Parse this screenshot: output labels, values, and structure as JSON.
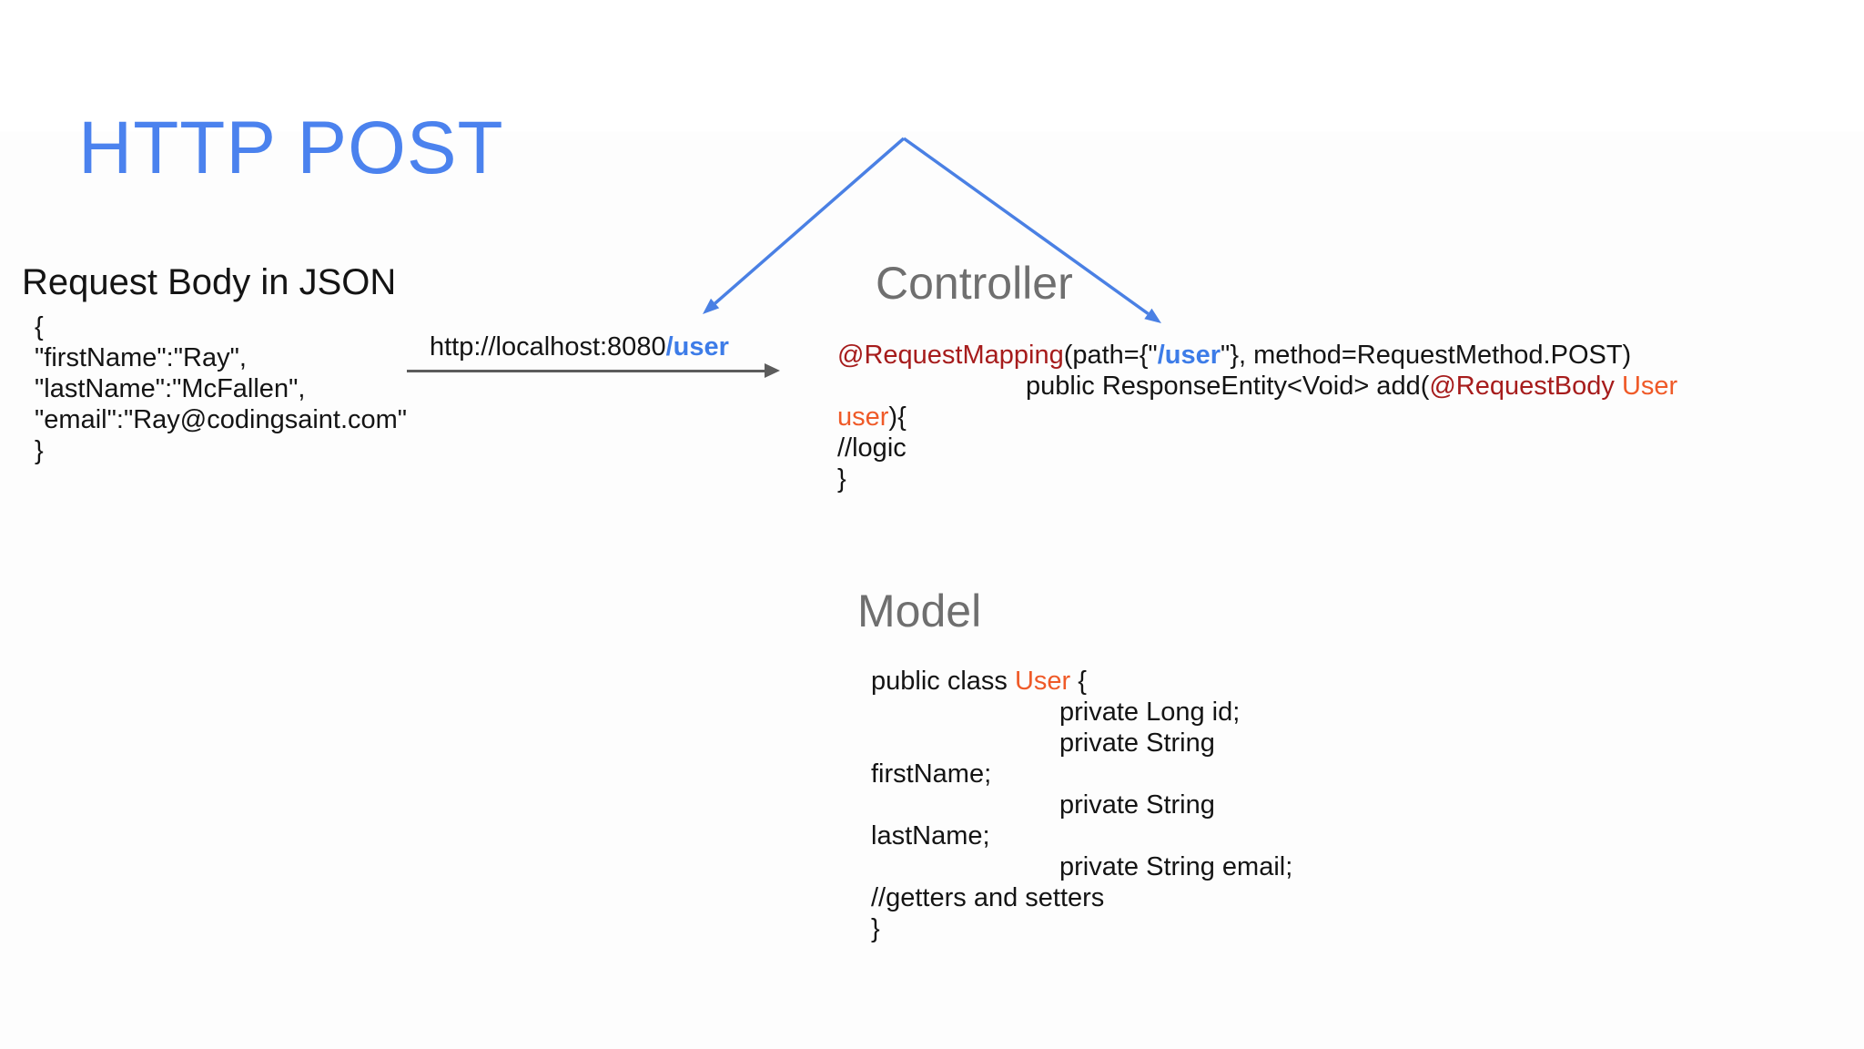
{
  "title": "HTTP POST",
  "request_panel": {
    "heading": "Request Body in JSON",
    "json_lines": [
      "{",
      "\"firstName\":\"Ray\",",
      "\"lastName\":\"McFallen\",",
      "\"email\":\"Ray@codingsaint.com\"",
      "}"
    ]
  },
  "url_label": {
    "prefix": "http://localhost:8080",
    "endpoint": "/user"
  },
  "controller_panel": {
    "heading": "Controller",
    "code_lines": [
      {
        "indent": false,
        "segments": [
          {
            "c": "darkred",
            "t": "@RequestMapping"
          },
          {
            "c": "black",
            "t": "(path={\""
          },
          {
            "c": "blue",
            "t": "/user"
          },
          {
            "c": "black",
            "t": "\"}, method=RequestMethod.POST)"
          }
        ]
      },
      {
        "indent": true,
        "segments": [
          {
            "c": "black",
            "t": "public ResponseEntity<Void> add("
          },
          {
            "c": "darkred",
            "t": "@RequestBody"
          },
          {
            "c": "orange",
            "t": " User"
          }
        ]
      },
      {
        "indent": false,
        "segments": [
          {
            "c": "orange",
            "t": "user"
          },
          {
            "c": "black",
            "t": "){"
          }
        ]
      },
      {
        "indent": false,
        "segments": [
          {
            "c": "black",
            "t": "//logic"
          }
        ]
      },
      {
        "indent": false,
        "segments": [
          {
            "c": "black",
            "t": "}"
          }
        ]
      }
    ]
  },
  "model_panel": {
    "heading": "Model",
    "code_lines": [
      {
        "indent": false,
        "segments": [
          {
            "c": "black",
            "t": "public class "
          },
          {
            "c": "orange",
            "t": "User"
          },
          {
            "c": "black",
            "t": " {"
          }
        ]
      },
      {
        "indent": true,
        "segments": [
          {
            "c": "black",
            "t": "private Long id;"
          }
        ]
      },
      {
        "indent": true,
        "segments": [
          {
            "c": "black",
            "t": "private String"
          }
        ]
      },
      {
        "indent": false,
        "segments": [
          {
            "c": "black",
            "t": "firstName;"
          }
        ]
      },
      {
        "indent": true,
        "segments": [
          {
            "c": "black",
            "t": "private String"
          }
        ]
      },
      {
        "indent": false,
        "segments": [
          {
            "c": "black",
            "t": "lastName;"
          }
        ]
      },
      {
        "indent": true,
        "segments": [
          {
            "c": "black",
            "t": "private String email;"
          }
        ]
      },
      {
        "indent": false,
        "segments": [
          {
            "c": "black",
            "t": "//getters and setters"
          }
        ]
      },
      {
        "indent": false,
        "segments": [
          {
            "c": "black",
            "t": "}"
          }
        ]
      }
    ]
  },
  "colors": {
    "title_blue": "#4b82ee",
    "arrow_blue": "#4a80e4",
    "code_blue": "#3d7ce8",
    "dark_red": "#a61c1c",
    "orange": "#ef5a28",
    "heading_gray": "#6f6f6f",
    "arrow_gray": "#5c5c5c",
    "text_black": "#141414"
  }
}
